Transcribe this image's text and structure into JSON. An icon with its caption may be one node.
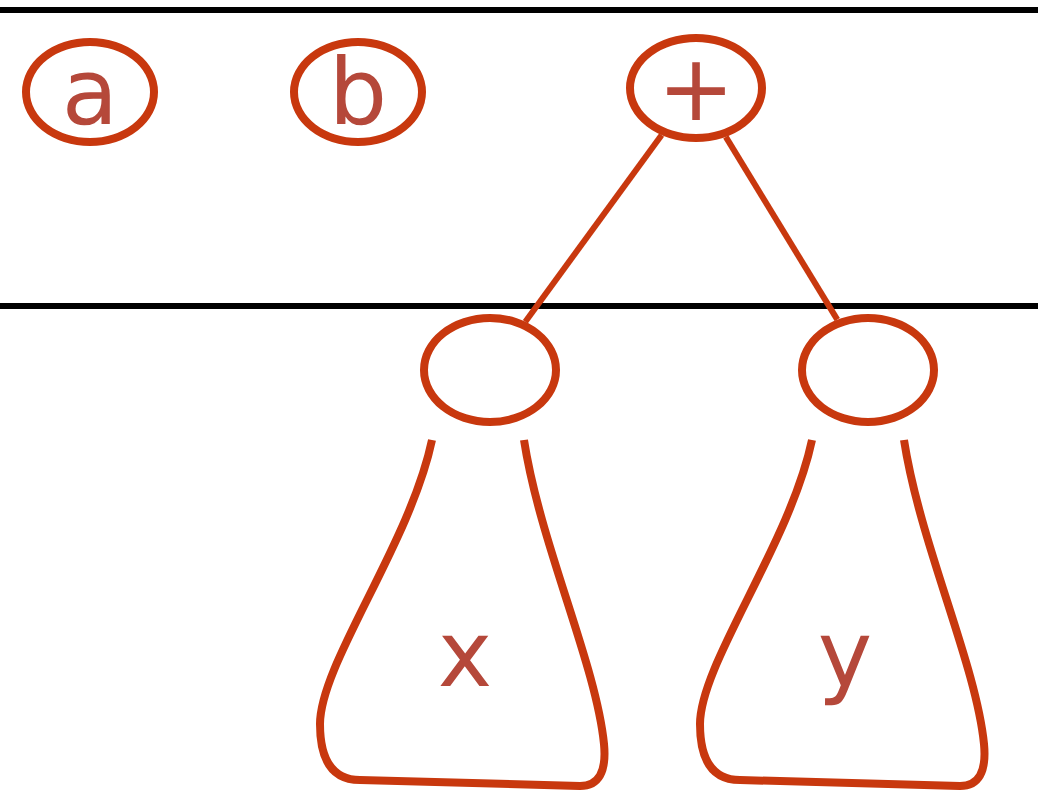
{
  "diagram": {
    "nodes": [
      {
        "text": [
          "a"
        ]
      },
      {
        "text": [
          "b"
        ]
      },
      {
        "text": [
          "+"
        ]
      },
      {
        "text": [],
        "shape": "circle"
      },
      {
        "text": [],
        "shape": "circle"
      },
      {
        "text": [
          "x"
        ]
      },
      {
        "text": [
          "y"
        ]
      }
    ],
    "edges": [
      {
        "from": 2,
        "to": 3,
        "arrow": "none"
      },
      {
        "from": 2,
        "to": 4,
        "arrow": "none"
      }
    ]
  }
}
